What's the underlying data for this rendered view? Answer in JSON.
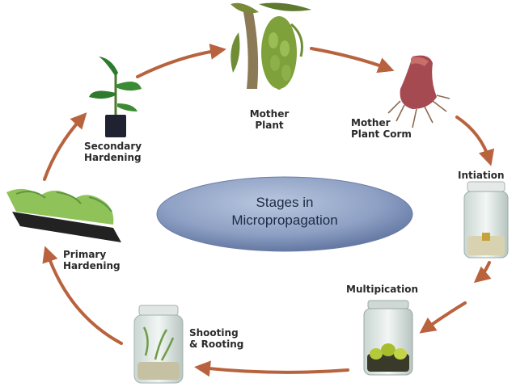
{
  "center_title": "Stages in\nMicropropagation",
  "stages": [
    {
      "key": "mother_plant",
      "label": "Mother\nPlant",
      "icon": "banana-plant-with-fruit-icon"
    },
    {
      "key": "mother_plant_corm",
      "label": "Mother\nPlant Corm",
      "icon": "corm-icon"
    },
    {
      "key": "initiation",
      "label": "Intiation",
      "icon": "culture-jar-icon"
    },
    {
      "key": "multiplication",
      "label": "Multipication",
      "icon": "culture-jar-with-shoots-icon"
    },
    {
      "key": "shooting_rooting",
      "label": "Shooting\n& Rooting",
      "icon": "rooting-jar-icon"
    },
    {
      "key": "primary_hardening",
      "label": "Primary\nHardening",
      "icon": "seedling-tray-icon"
    },
    {
      "key": "secondary_hardening",
      "label": "Secondary\nHardening",
      "icon": "potted-plant-icon"
    }
  ],
  "colors": {
    "arrow": "#b8633e",
    "ellipse_light": "#a9b9d6",
    "ellipse_dark": "#5a6f9b",
    "label_text": "#2a2a2a",
    "center_text": "#1c2a44"
  }
}
